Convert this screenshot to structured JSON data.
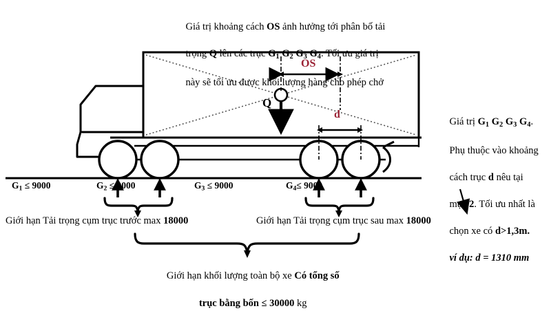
{
  "top_note": {
    "line1_a": "Giá trị khoảng cách ",
    "line1_b": "OS",
    "line1_c": " ảnh hưởng tới phân bố tải",
    "line2_a": "trọng ",
    "line2_b": "Q",
    "line2_c": " lên các trục ",
    "line2_g1": "G",
    "line2_g1s": "1",
    "line2_g2": "G",
    "line2_g2s": "2",
    "line2_g3": "G",
    "line2_g3s": "3",
    "line2_g4": "G",
    "line2_g4s": "4",
    "line2_d": ". Tối ưu giá trị",
    "line3": "này sẽ tối ưu được khối lượng hàng cho phép chở"
  },
  "right_note": {
    "l1_a": "Giá trị ",
    "l1_g1": "G",
    "l1_g1s": "1",
    "l1_g2": "G",
    "l1_g2s": "2",
    "l1_g3": "G",
    "l1_g3s": "3",
    "l1_g4": "G",
    "l1_g4s": "4",
    "l1_b": ".",
    "l2": "Phụ thuộc vào khoảng",
    "l3_a": "cách trục ",
    "l3_b": "d",
    "l3_c": " nêu tại",
    "l4_a": "mục ",
    "l4_b": "2",
    "l4_c": ". Tối ưu nhất là",
    "l5_a": "chọn xe có ",
    "l5_b": "d>1,3m.",
    "l6": "ví dụ: d = 1310 mm"
  },
  "diagram": {
    "os_label": "OS",
    "d_label": "d",
    "q_label": "Q",
    "os_color": "#9B2335",
    "d_color": "#9B2335"
  },
  "axles": [
    {
      "name": "G1",
      "g": "G",
      "sub": "1",
      "limit": "≤ 9000",
      "text": "G1 ≤ 9000"
    },
    {
      "name": "G2",
      "g": "G",
      "sub": "2",
      "limit": "≤ 9000",
      "text": "G2 ≤ 9000"
    },
    {
      "name": "G3",
      "g": "G",
      "sub": "3",
      "limit": "≤ 9000",
      "text": "G3 ≤ 9000"
    },
    {
      "name": "G4",
      "g": "G",
      "sub": "4",
      "limit": "≤ 9000",
      "text": "G4 ≤ 9000"
    }
  ],
  "captions": {
    "front_group_a": "Giới hạn Tải trọng cụm trục trước max ",
    "front_group_b": "18000",
    "rear_group_a": "Giới hạn Tải trọng cụm trục sau max ",
    "rear_group_b": "18000",
    "total_l1_a": "Giới hạn khối lượng toàn bộ xe ",
    "total_l1_b": "Có tổng số",
    "total_l2_b": "trục bằng bốn ≤ 30000",
    "total_l2_c": " kg"
  }
}
